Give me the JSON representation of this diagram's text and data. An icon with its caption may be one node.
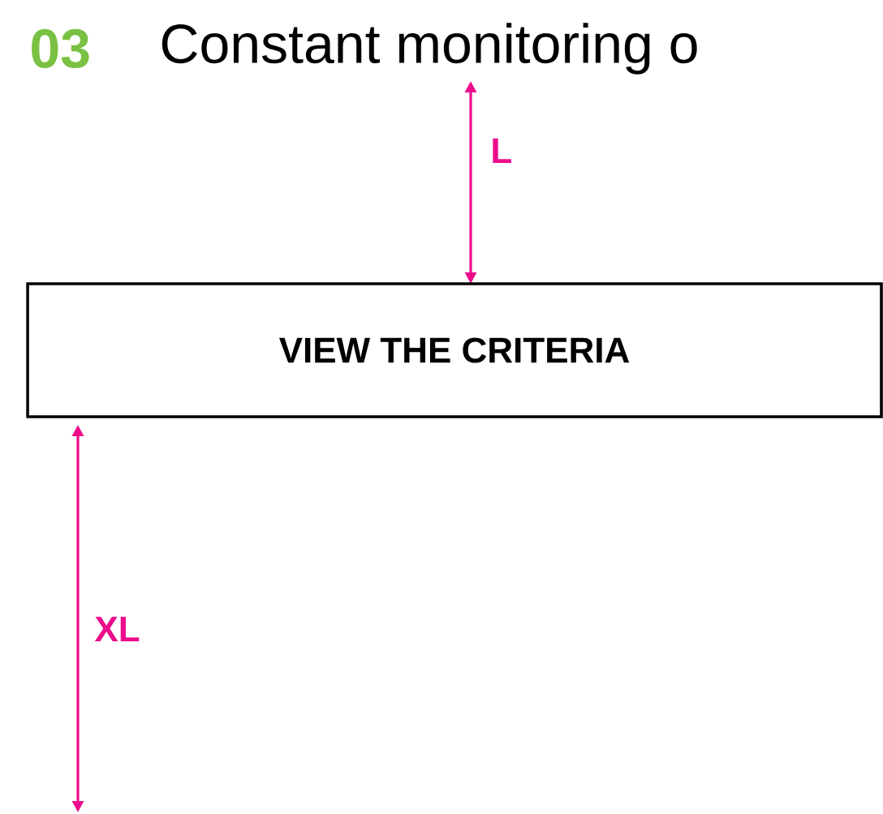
{
  "diagram": {
    "nodes": [
      {
        "text": [
          "VIEW THE CRITERIA"
        ]
      }
    ],
    "edges": [],
    "labels": [
      "03",
      "Constant monitoring o",
      "L",
      "XL"
    ]
  }
}
